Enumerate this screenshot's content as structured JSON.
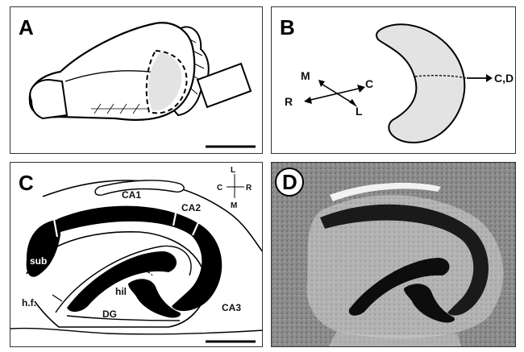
{
  "panels": {
    "a": {
      "label": "A"
    },
    "b": {
      "label": "B",
      "axes": {
        "m": "M",
        "c": "C",
        "r": "R",
        "l": "L"
      },
      "cut_label": "C,D"
    },
    "c": {
      "label": "C",
      "regions": {
        "ca1": "CA1",
        "ca2": "CA2",
        "ca3": "CA3",
        "sub": "sub",
        "hil": "hil",
        "dg": "DG",
        "hf": "h.f."
      },
      "orientation": {
        "l": "L",
        "c": "C",
        "r": "R",
        "m": "M"
      }
    },
    "d": {
      "label": "D"
    }
  },
  "colors": {
    "region_fill": "#e3e3e3",
    "stain_bg": "#8c8c8c",
    "line": "#000000"
  }
}
